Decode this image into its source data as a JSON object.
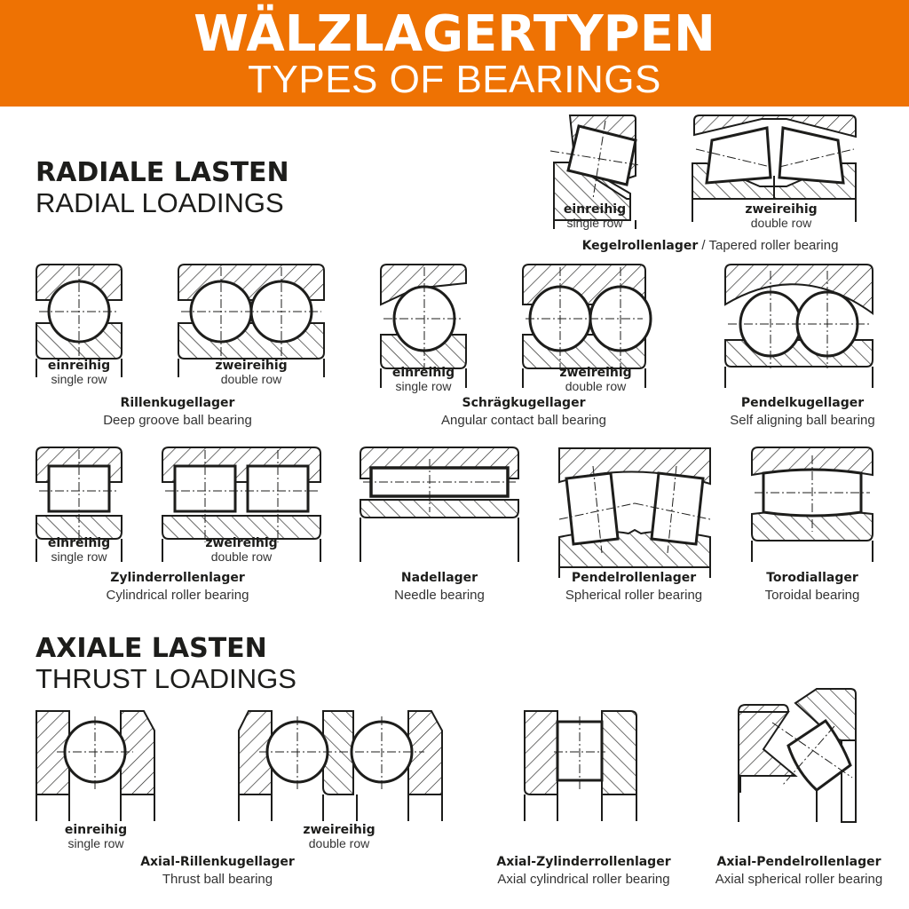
{
  "header": {
    "title_de": "WÄLZLAGERTYPEN",
    "title_en": "TYPES OF BEARINGS",
    "background_color": "#ee7203",
    "text_color": "#ffffff"
  },
  "sections": {
    "radial": {
      "title_de": "RADIALE LASTEN",
      "title_en": "RADIAL LOADINGS"
    },
    "axial": {
      "title_de": "AXIALE LASTEN",
      "title_en": "THRUST LOADINGS"
    }
  },
  "row_labels": {
    "single_de": "einreihig",
    "single_en": "single row",
    "double_de": "zweireihig",
    "double_en": "double row"
  },
  "bearings": {
    "tapered": {
      "name_de": "Kegelrollenlager",
      "separator": " / ",
      "name_en": "Tapered roller bearing",
      "variants": [
        "single",
        "double"
      ]
    },
    "deep_groove": {
      "name_de": "Rillenkugellager",
      "name_en": "Deep groove ball bearing",
      "variants": [
        "single",
        "double"
      ]
    },
    "angular_contact": {
      "name_de": "Schrägkugellager",
      "name_en": "Angular contact ball bearing",
      "variants": [
        "single",
        "double"
      ]
    },
    "self_aligning": {
      "name_de": "Pendelkugellager",
      "name_en": "Self aligning ball bearing"
    },
    "cylindrical": {
      "name_de": "Zylinderrollenlager",
      "name_en": "Cylindrical roller bearing",
      "variants": [
        "single",
        "double"
      ]
    },
    "needle": {
      "name_de": "Nadellager",
      "name_en": "Needle bearing"
    },
    "spherical": {
      "name_de": "Pendelrollenlager",
      "name_en": "Spherical roller bearing"
    },
    "toroidal": {
      "name_de": "Torodiallager",
      "name_en": "Toroidal bearing"
    },
    "thrust_ball": {
      "name_de": "Axial-Rillenkugellager",
      "name_en": "Thrust ball bearing",
      "variants": [
        "single",
        "double"
      ]
    },
    "axial_cylindrical": {
      "name_de": "Axial-Zylinderrollenlager",
      "name_en": "Axial cylindrical roller bearing"
    },
    "axial_spherical": {
      "name_de": "Axial-Pendelrollenlager",
      "name_en": "Axial spherical roller bearing"
    }
  }
}
